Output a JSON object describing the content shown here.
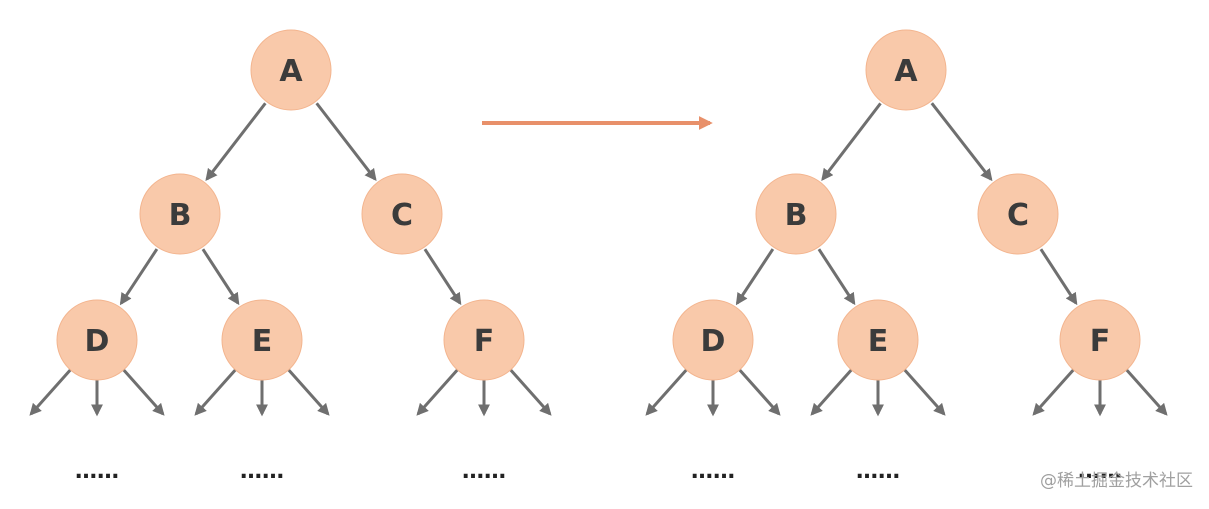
{
  "colors": {
    "node_fill": "#f9c9aa",
    "node_stroke": "#f3b58f",
    "edge": "#6f6f6f",
    "transform_arrow": "#e8906a",
    "label": "#3b3b3b"
  },
  "trees": [
    {
      "id": "before",
      "nodes": [
        {
          "id": "A",
          "label": "A"
        },
        {
          "id": "B",
          "label": "B"
        },
        {
          "id": "C",
          "label": "C"
        },
        {
          "id": "D",
          "label": "D"
        },
        {
          "id": "E",
          "label": "E"
        },
        {
          "id": "F",
          "label": "F"
        }
      ],
      "edges": [
        [
          "A",
          "B"
        ],
        [
          "A",
          "C"
        ],
        [
          "B",
          "D"
        ],
        [
          "B",
          "E"
        ],
        [
          "C",
          "F"
        ]
      ],
      "continuations": [
        "D",
        "E",
        "F"
      ],
      "ellipsis": "……"
    },
    {
      "id": "after",
      "nodes": [
        {
          "id": "A",
          "label": "A"
        },
        {
          "id": "B",
          "label": "B"
        },
        {
          "id": "C",
          "label": "C"
        },
        {
          "id": "D",
          "label": "D"
        },
        {
          "id": "E",
          "label": "E"
        },
        {
          "id": "F",
          "label": "F"
        }
      ],
      "edges": [
        [
          "A",
          "B"
        ],
        [
          "A",
          "C"
        ],
        [
          "B",
          "D"
        ],
        [
          "B",
          "E"
        ],
        [
          "C",
          "F"
        ]
      ],
      "continuations": [
        "D",
        "E",
        "F"
      ],
      "ellipsis": "……"
    }
  ],
  "watermark": "@稀土掘金技术社区"
}
